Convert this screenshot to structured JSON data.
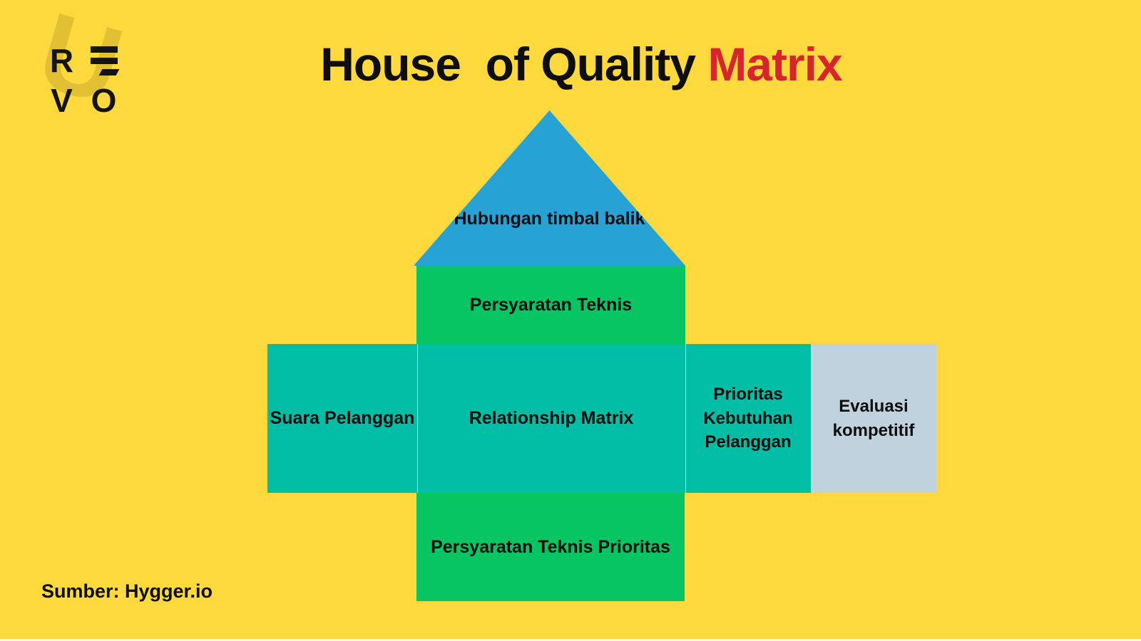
{
  "brand": {
    "name": "REVO",
    "letters": [
      "R",
      "E",
      "V",
      "O"
    ]
  },
  "title": {
    "main": "House  of Quality",
    "accent": "Matrix"
  },
  "house": {
    "roof": {
      "label": "Hubungan timbal balik",
      "color": "#27A2D5"
    },
    "technical_requirements": {
      "label": "Persyaratan Teknis",
      "color": "#07C562"
    },
    "customer_voice": {
      "label": "Suara Pelanggan",
      "color": "#02BDA6"
    },
    "relationship_matrix": {
      "label": "Relationship Matrix",
      "color": "#02BDA6"
    },
    "customer_needs_priority": {
      "label": "Prioritas Kebutuhan Pelanggan",
      "color": "#02BDA6"
    },
    "competitive_evaluation": {
      "label": "Evaluasi kompetitif",
      "color": "#BFD2DD"
    },
    "technical_priority": {
      "label": "Persyaratan Teknis Prioritas",
      "color": "#07C562"
    }
  },
  "footer": {
    "source_label": "Sumber: Hygger.io"
  },
  "colors": {
    "background": "#FDD93E",
    "roof_blue": "#27A2D5",
    "green": "#07C562",
    "teal": "#02BDA6",
    "evaluation_gray": "#BFD2DD",
    "accent_red": "#D6252D",
    "text": "#0d0d0d"
  }
}
